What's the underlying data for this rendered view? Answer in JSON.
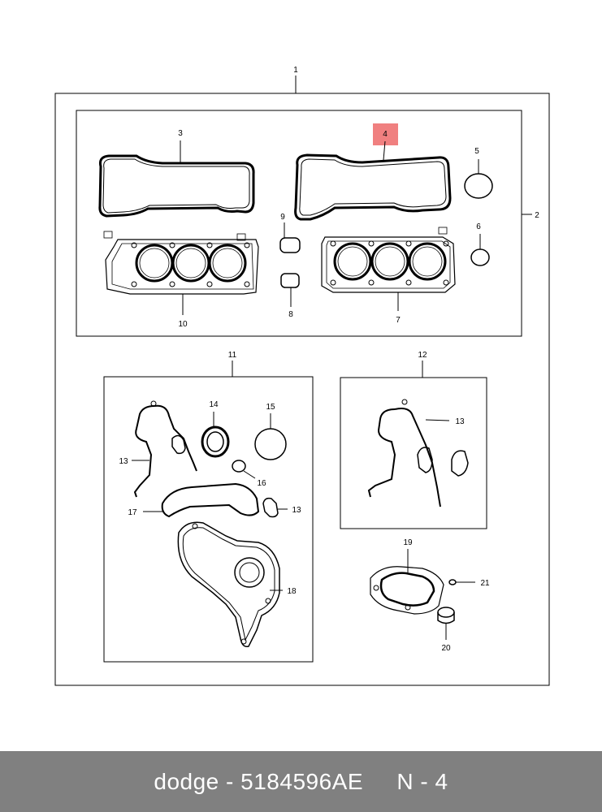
{
  "callouts": {
    "c1": "1",
    "c2": "2",
    "c3": "3",
    "c4": "4",
    "c5": "5",
    "c6": "6",
    "c7": "7",
    "c8": "8",
    "c9": "9",
    "c10": "10",
    "c11": "11",
    "c12": "12",
    "c13a": "13",
    "c13b": "13",
    "c13c": "13",
    "c14": "14",
    "c15": "15",
    "c16": "16",
    "c17": "17",
    "c18": "18",
    "c19": "19",
    "c20": "20",
    "c21": "21"
  },
  "highlight_color": "#f08080",
  "footer": {
    "brand": "dodge",
    "separator": " - ",
    "part_number": "5184596AE",
    "page": "N - 4"
  }
}
